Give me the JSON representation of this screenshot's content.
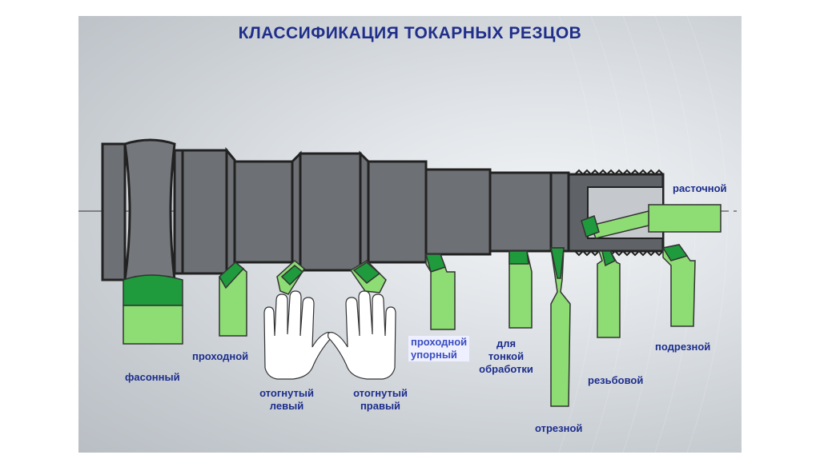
{
  "title": "КЛАССИФИКАЦИЯ ТОКАРНЫХ  РЕЗЦОВ",
  "colors": {
    "title": "#1f2e8a",
    "label": "#1c2d8c",
    "shaft": "#6b6e72",
    "shaft_outline": "#222222",
    "tool_light": "#8ddc74",
    "tool_dark": "#1f9a3c"
  },
  "labels": {
    "rastochnoy": "расточной",
    "fasonny": "фасонный",
    "prokhodnoy": "проходной",
    "otognuty_levy_1": "отогнутый",
    "otognuty_levy_2": "левый",
    "otognuty_pravy_1": "отогнутый",
    "otognuty_pravy_2": "правый",
    "prokhodnoy_uporny_1": "проходной",
    "prokhodnoy_uporny_2": "упорный",
    "dlya_tonkoy_1": "для",
    "dlya_tonkoy_2": "тонкой",
    "dlya_tonkoy_3": "обработки",
    "rezbovoy": "резьбовой",
    "podreznoy": "подрезной",
    "otreznoy": "отрезной"
  }
}
